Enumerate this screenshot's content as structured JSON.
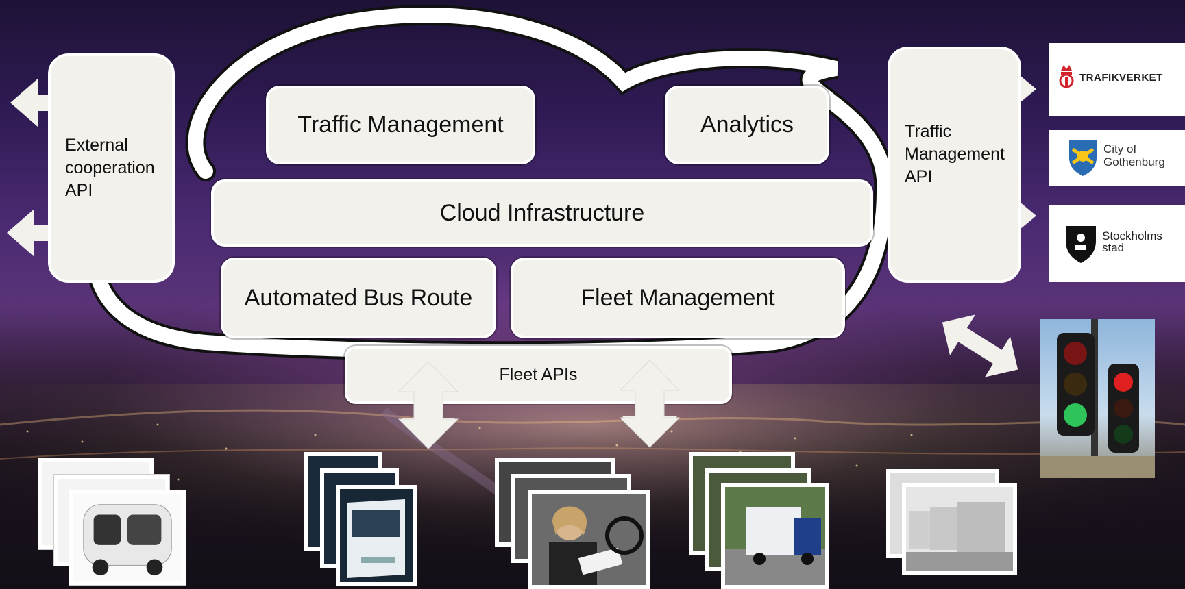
{
  "diagram": {
    "cloud_boxes": {
      "traffic_management": "Traffic Management",
      "analytics": "Analytics",
      "cloud_infrastructure": "Cloud Infrastructure",
      "automated_bus_route": "Automated Bus Route",
      "fleet_management": "Fleet Management"
    },
    "fleet_apis": "Fleet APIs",
    "external_api": {
      "line1": "External",
      "line2": "cooperation",
      "line3": "API"
    },
    "traffic_api": {
      "line1": "Traffic",
      "line2": "Management",
      "line3": "API"
    },
    "partners": {
      "trafikverket": "TRAFIKVERKET",
      "gothenburg_line1": "City of",
      "gothenburg_line2": "Gothenburg",
      "stockholm_line1": "Stockholms",
      "stockholm_line2": "stad"
    },
    "vehicles": [
      "automated-shuttle",
      "bus",
      "car-driver",
      "trucks",
      "truck-platoon"
    ],
    "infrastructure": [
      "traffic-light"
    ]
  }
}
